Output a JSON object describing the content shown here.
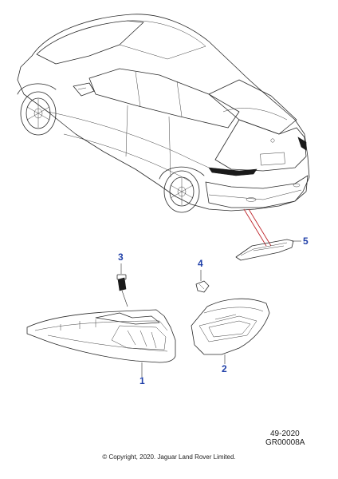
{
  "callouts": [
    {
      "id": "1",
      "label": "1"
    },
    {
      "id": "2",
      "label": "2"
    },
    {
      "id": "3",
      "label": "3"
    },
    {
      "id": "4",
      "label": "4"
    },
    {
      "id": "5",
      "label": "5"
    }
  ],
  "reference": {
    "date_code": "49-2020",
    "drawing_number": "GR00008A"
  },
  "copyright": "© Copyright, 2020. Jaguar Land Rover Limited.",
  "colors": {
    "callout_text": "#1f3fa8",
    "highlight_line": "#c0272d",
    "line_art": "#2a2a2a"
  }
}
